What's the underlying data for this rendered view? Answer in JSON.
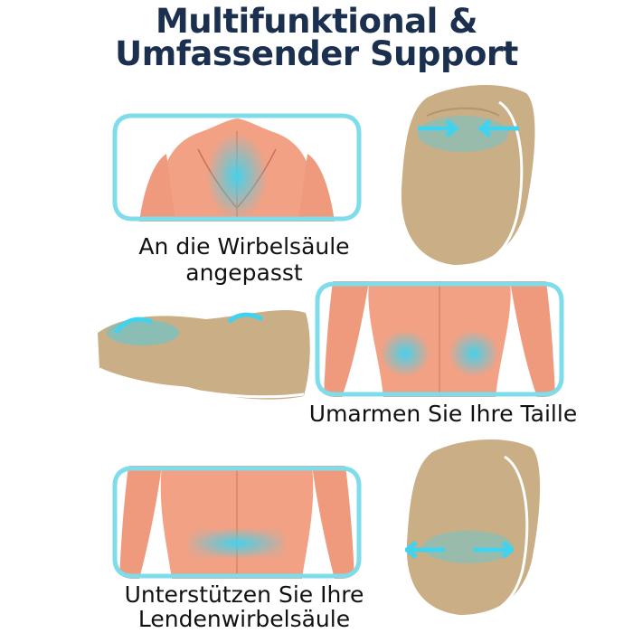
{
  "heading": {
    "line1": "Multifunktional & ",
    "line2": "Umfassender Support"
  },
  "sections": [
    {
      "caption_line1": "An die Wirbelsäule",
      "caption_line2": "angepasst"
    },
    {
      "caption_line1": "Umarmen Sie Ihre Taille",
      "caption_line2": ""
    },
    {
      "caption_line1": "Unterstützen Sie Ihre",
      "caption_line2": "Lendenwirbelsäule"
    }
  ],
  "icons": {
    "arrow": "double-arrow-icon",
    "highlight": "cyan-glow-icon"
  },
  "colors": {
    "title": "#1b2f4f",
    "frame": "#7fdcea",
    "skin": "#f2a184",
    "cushion": "#c9ae86",
    "glow": "#3fd3f0"
  }
}
